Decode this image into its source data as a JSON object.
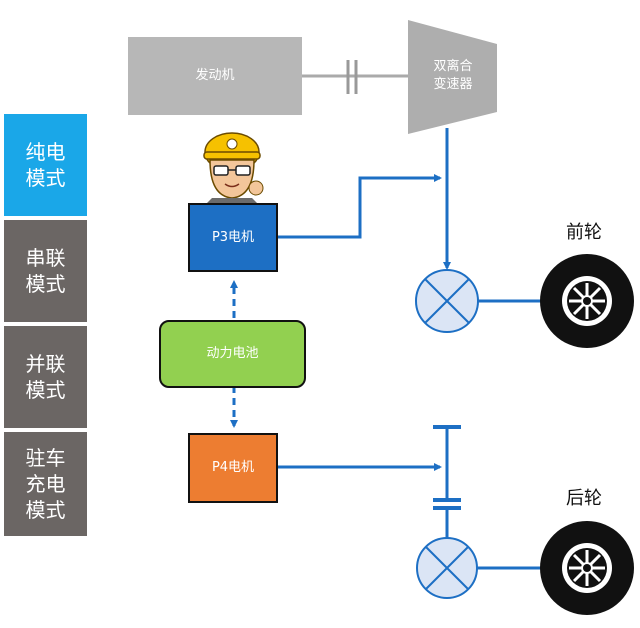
{
  "modes": [
    {
      "label": "纯电\n模式",
      "active": true
    },
    {
      "label": "串联\n模式",
      "active": false
    },
    {
      "label": "并联\n模式",
      "active": false
    },
    {
      "label": "驻车\n充电\n模式",
      "active": false
    }
  ],
  "components": {
    "engine": "发动机",
    "gearbox": "双离合\n变速器",
    "p3_motor": "P3电机",
    "battery": "动力电池",
    "p4_motor": "P4电机"
  },
  "wheels": {
    "front": "前轮",
    "rear": "后轮"
  },
  "colors": {
    "active_tab": "#1aa7e8",
    "inactive_tab": "#6b6664",
    "engine": "#b7b7b7",
    "p3_motor": "#1d6fc4",
    "battery": "#92d050",
    "p4_motor": "#ed7d31",
    "flow_line": "#1d6fc4"
  },
  "icons": {
    "engineer": "engineer-mascot-icon",
    "clutch": "clutch-icon",
    "differential": "differential-icon",
    "wheel": "tire-wheel-icon"
  }
}
